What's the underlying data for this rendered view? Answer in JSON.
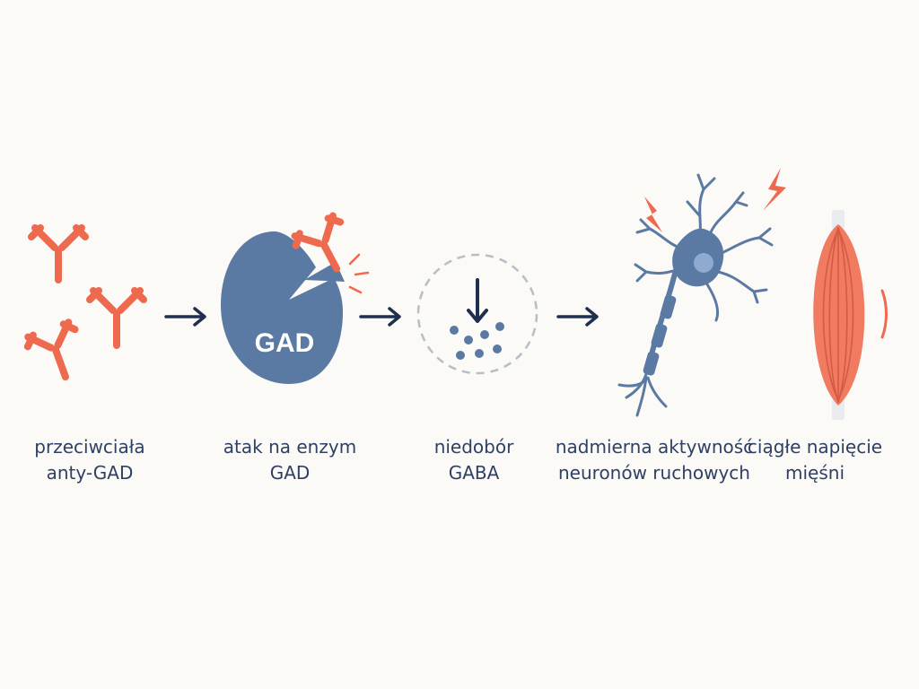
{
  "colors": {
    "background": "#fbfaf7",
    "antibody": "#ee6a4f",
    "enzyme": "#5a7aa3",
    "arrow": "#1f2f4f",
    "text": "#2f4066",
    "muscle": "#f07b60"
  },
  "icons": [
    "antibody-icon",
    "gad-enzyme-icon",
    "gaba-molecules-icon",
    "motor-neuron-icon",
    "lightning-icon",
    "muscle-icon"
  ],
  "stages": [
    {
      "id": "antibodies",
      "icon": "antibody-icon",
      "caption": [
        "przeciwciała",
        "anty-GAD"
      ]
    },
    {
      "id": "enzyme-attack",
      "icon": "gad-enzyme-icon",
      "enzyme_label": "GAD",
      "caption": [
        "atak na enzym",
        "GAD"
      ]
    },
    {
      "id": "gaba-deficit",
      "icon": "gaba-molecules-icon",
      "caption": [
        "niedobór",
        "GABA"
      ]
    },
    {
      "id": "neuron-overactivity",
      "icon": "motor-neuron-icon",
      "caption": [
        "nadmierna aktywność",
        "neuronów ruchowych"
      ]
    },
    {
      "id": "muscle-tension",
      "icon": "muscle-icon",
      "caption": [
        "ciągłe napięcie",
        "mięśni"
      ]
    }
  ]
}
